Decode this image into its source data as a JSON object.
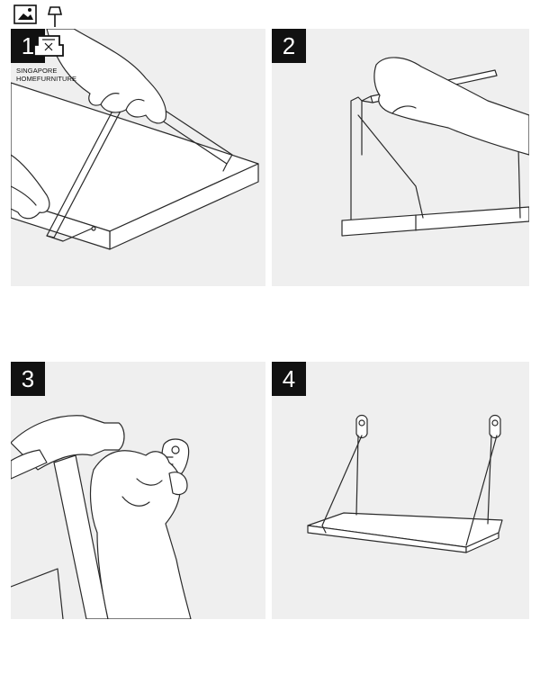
{
  "brand": {
    "line1": "SINGAPORE",
    "line2": "HOMEFURNITURE"
  },
  "steps": [
    {
      "number": "1",
      "illustration": "attach-brackets-to-shelf"
    },
    {
      "number": "2",
      "illustration": "mark-wall-with-pencil"
    },
    {
      "number": "3",
      "illustration": "hammer-wall-mount"
    },
    {
      "number": "4",
      "illustration": "hang-shelf"
    }
  ],
  "colors": {
    "badge": "#111111",
    "panel": "#efefef",
    "line": "#2a2a2a"
  }
}
